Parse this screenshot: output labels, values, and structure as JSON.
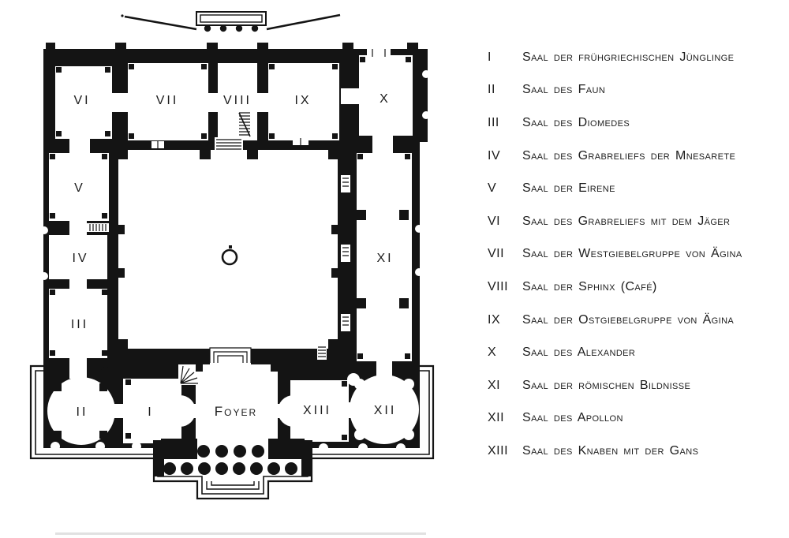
{
  "plan": {
    "foyer_label": "Foyer",
    "room_labels": {
      "I": "I",
      "II": "II",
      "III": "III",
      "IV": "IV",
      "V": "V",
      "VI": "VI",
      "VII": "VII",
      "VIII": "VIII",
      "IX": "IX",
      "X": "X",
      "XI": "XI",
      "XII": "XII",
      "XIII": "XIII"
    },
    "icons": {
      "courtyard_fountain": "fountain-icon",
      "entrance_portico_columns": "column-dot-icon"
    }
  },
  "legend": {
    "items": [
      {
        "numeral": "I",
        "name": "Saal der frühgriechischen Jünglinge"
      },
      {
        "numeral": "II",
        "name": "Saal des Faun"
      },
      {
        "numeral": "III",
        "name": "Saal des Diomedes"
      },
      {
        "numeral": "IV",
        "name": "Saal des Grabreliefs der Mnesarete"
      },
      {
        "numeral": "V",
        "name": "Saal der Eirene"
      },
      {
        "numeral": "VI",
        "name": "Saal des Grabreliefs mit dem Jäger"
      },
      {
        "numeral": "VII",
        "name": "Saal der Westgiebelgruppe von Ägina"
      },
      {
        "numeral": "VIII",
        "name": "Saal der Sphinx (Café)"
      },
      {
        "numeral": "IX",
        "name": "Saal der Ostgiebelgruppe von Ägina"
      },
      {
        "numeral": "X",
        "name": "Saal des Alexander"
      },
      {
        "numeral": "XI",
        "name": "Saal der römischen Bildnisse"
      },
      {
        "numeral": "XII",
        "name": "Saal des Apollon"
      },
      {
        "numeral": "XIII",
        "name": "Saal des Knaben mit der Gans"
      }
    ]
  },
  "colors": {
    "ink": "#141414",
    "paper": "#ffffff"
  }
}
